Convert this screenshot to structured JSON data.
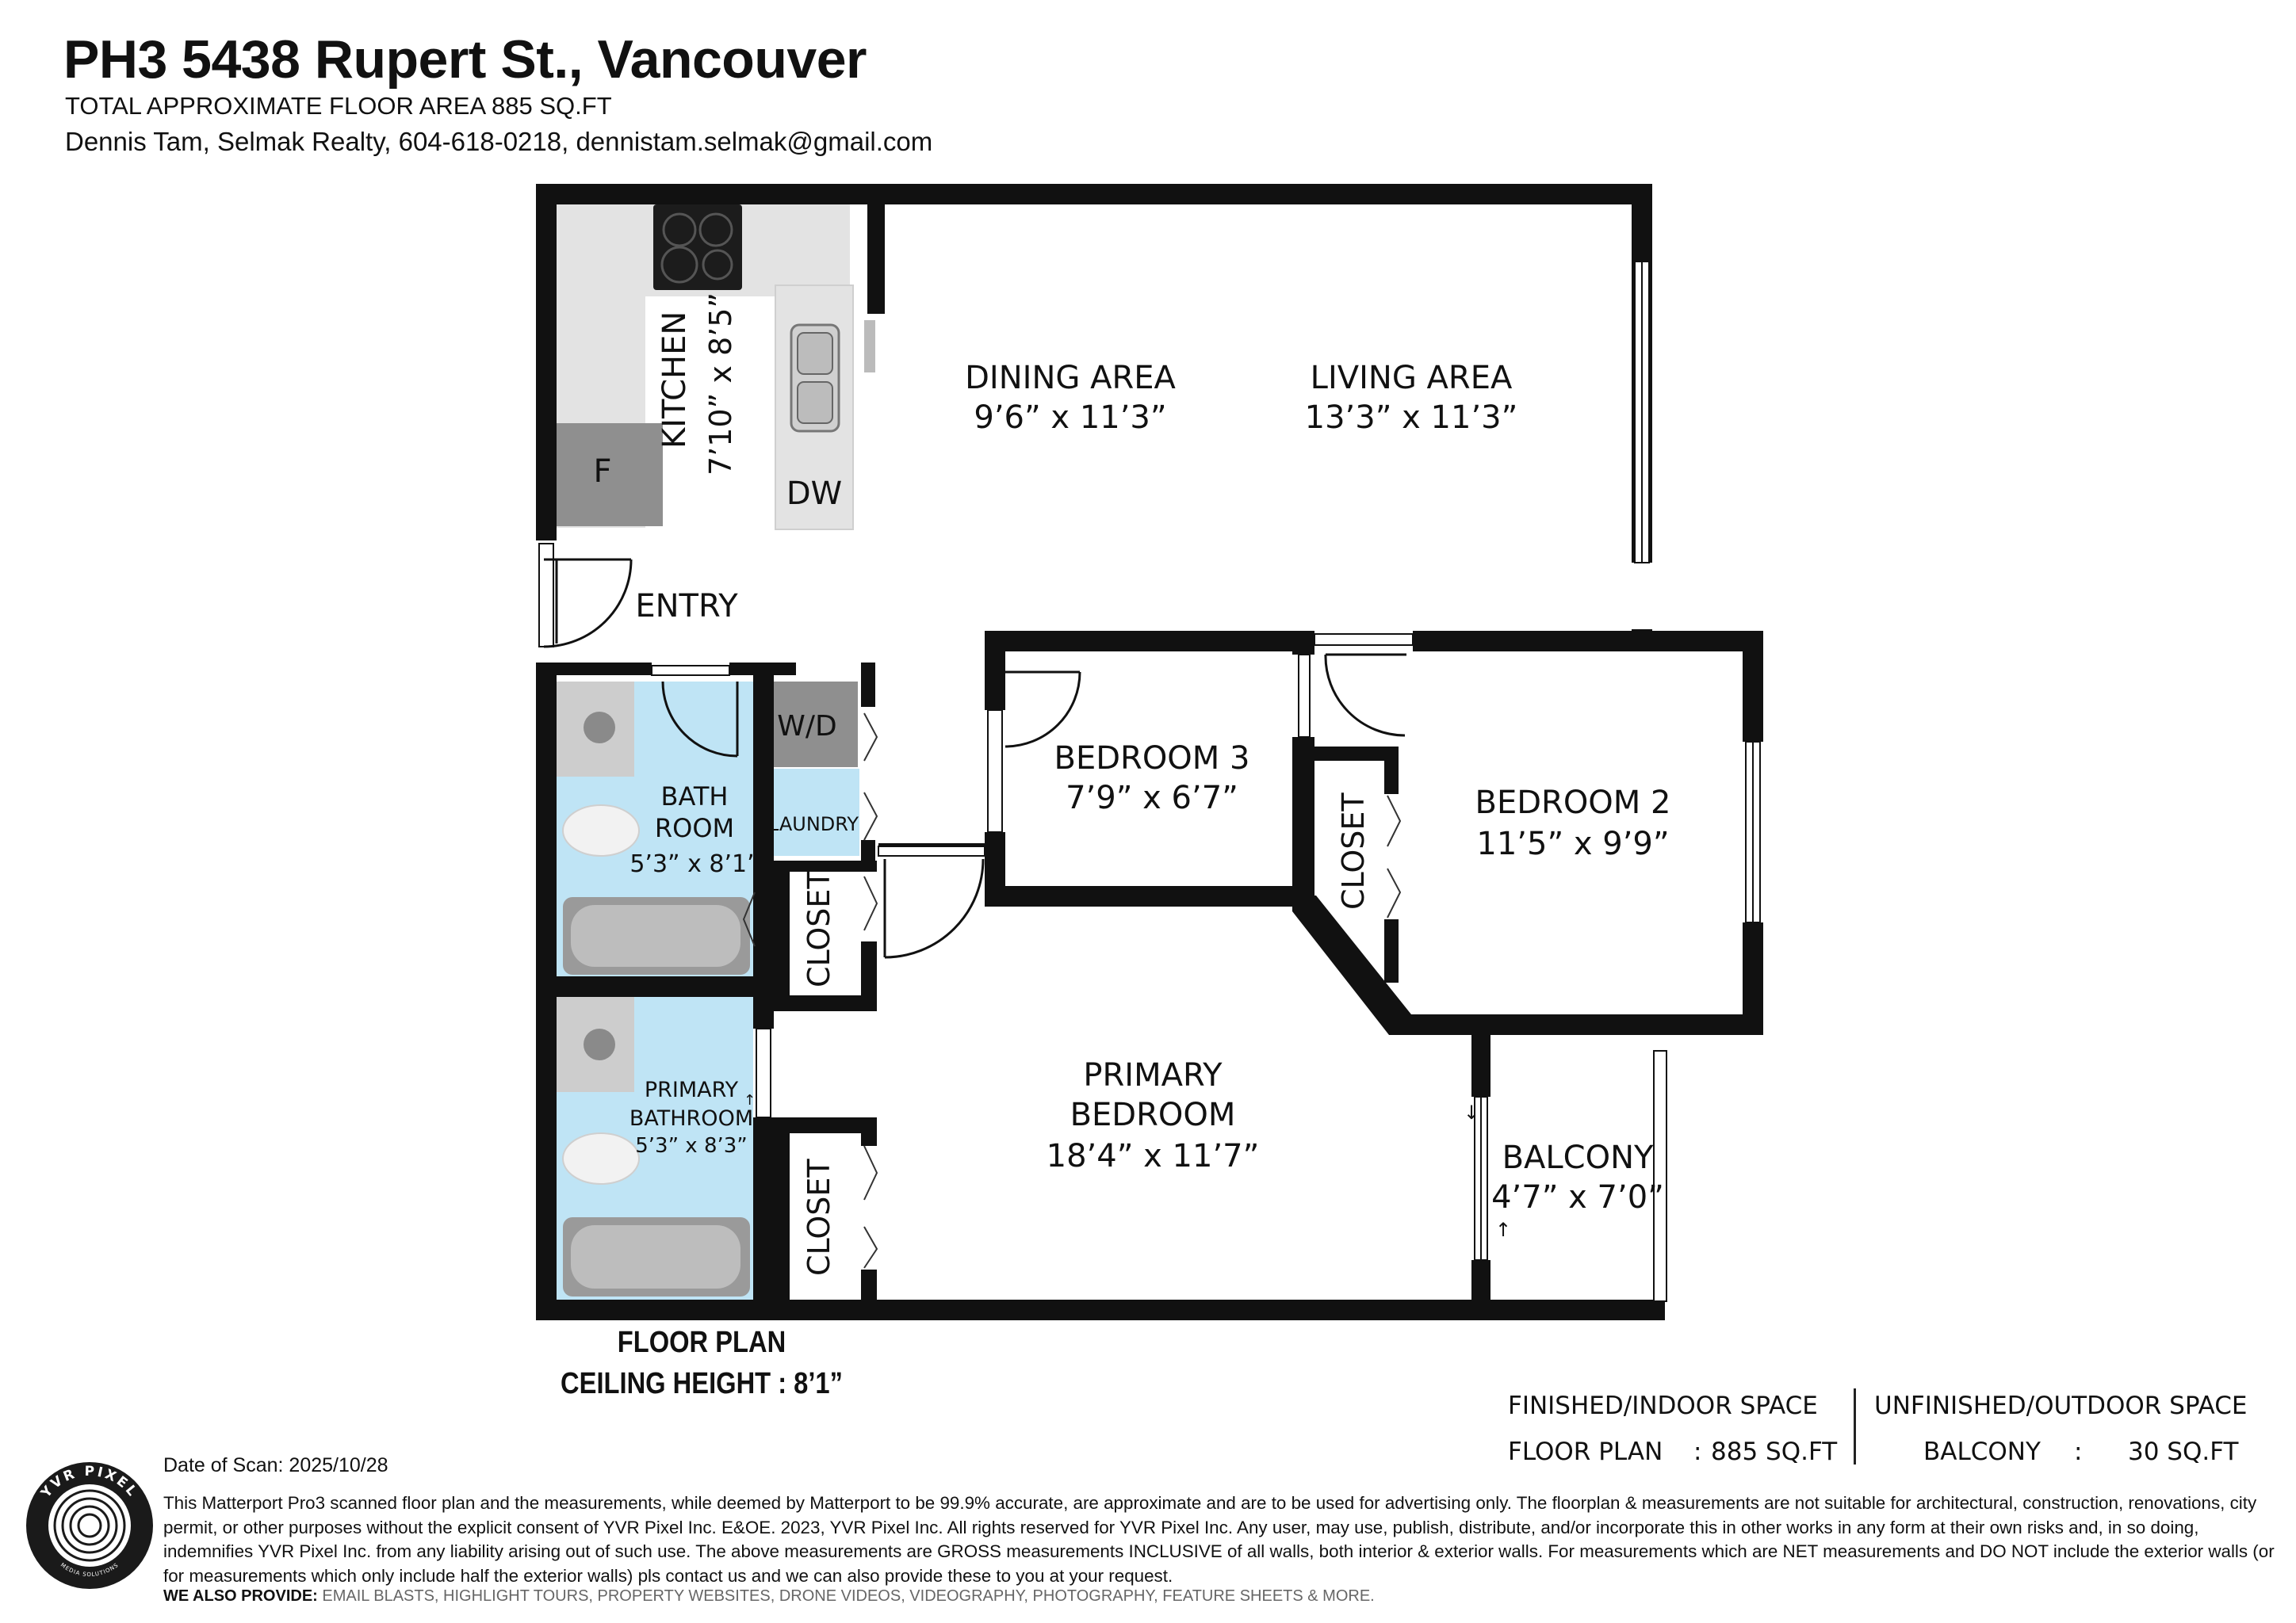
{
  "header": {
    "title": "PH3 5438 Rupert St., Vancouver",
    "total_area": "TOTAL APPROXIMATE FLOOR AREA 885 SQ.FT",
    "agent": "Dennis Tam, Selmak Realty, 604-618-0218, dennistam.selmak@gmail.com"
  },
  "rooms": {
    "kitchen": {
      "name": "KITCHEN",
      "dims": "7’10” x 8’5”"
    },
    "fridge": "F",
    "dishwasher": "DW",
    "dining": {
      "name": "DINING AREA",
      "dims": "9’6” x 11’3”"
    },
    "living": {
      "name": "LIVING AREA",
      "dims": "13’3” x 11’3”"
    },
    "entry": "ENTRY",
    "washer_dryer": "W/D",
    "laundry": "LAUNDRY",
    "bathroom": {
      "name1": "BATH",
      "name2": "ROOM",
      "dims": "5’3” x 8’1”"
    },
    "closet": "CLOSET",
    "bedroom3": {
      "name": "BEDROOM 3",
      "dims": "7’9” x 6’7”"
    },
    "bedroom2": {
      "name": "BEDROOM 2",
      "dims": "11’5” x 9’9”"
    },
    "primary_bedroom": {
      "name1": "PRIMARY",
      "name2": "BEDROOM",
      "dims": "18’4” x 11’7”"
    },
    "primary_bathroom": {
      "name1": "PRIMARY",
      "name2": "BATHROOM",
      "dims": "5’3” x 8’3”"
    },
    "balcony": {
      "name": "BALCONY",
      "dims": "4’7” x 7’0”"
    }
  },
  "plan_label": {
    "title": "FLOOR PLAN",
    "ceiling": "CEILING HEIGHT : 8’1”"
  },
  "summary": {
    "finished_heading": "FINISHED/INDOOR SPACE",
    "finished_label": "FLOOR PLAN",
    "finished_sep": ":",
    "finished_value": "885 SQ.FT",
    "unfinished_heading": "UNFINISHED/OUTDOOR SPACE",
    "unfinished_label": "BALCONY",
    "unfinished_sep": ":",
    "unfinished_value": "30 SQ.FT"
  },
  "footer": {
    "scan_date": "Date of Scan: 2025/10/28",
    "disclaimer": "This Matterport Pro3 scanned floor plan and the measurements, while deemed by Matterport to be 99.9% accurate, are approximate and are to be used for advertising only. The floorplan & measurements are not suitable for architectural, construction, renovations, city permit, or other purposes without the explicit consent of YVR Pixel Inc. E&OE. 2023, YVR Pixel Inc. All rights reserved for YVR Pixel Inc. Any user, may use, publish, distribute, and/or incorporate this in other works in any form at their own risks and, in so doing, indemnifies YVR Pixel Inc. from any liability arising out of such use. The above measurements are GROSS measurements INCLUSIVE of all walls, both interior & exterior walls. For measurements which are NET measurements and DO NOT include the exterior walls (or for measurements which only include half the exterior walls) pls contact us and we can also provide these to you at your request.",
    "also_label": "WE ALSO PROVIDE:",
    "also_services": "EMAIL BLASTS, HIGHLIGHT TOURS, PROPERTY WEBSITES, DRONE VIDEOS, VIDEOGRAPHY, PHOTOGRAPHY, FEATURE SHEETS & MORE.",
    "logo_text": "YVR PIXEL",
    "logo_subtext": "MEDIA SOLUTIONS"
  },
  "colors": {
    "wall": "#111111",
    "bathroom_fill": "#bfe4f5",
    "appliance_grey": "#8a8a8a",
    "counter_grey": "#e3e3e3"
  }
}
